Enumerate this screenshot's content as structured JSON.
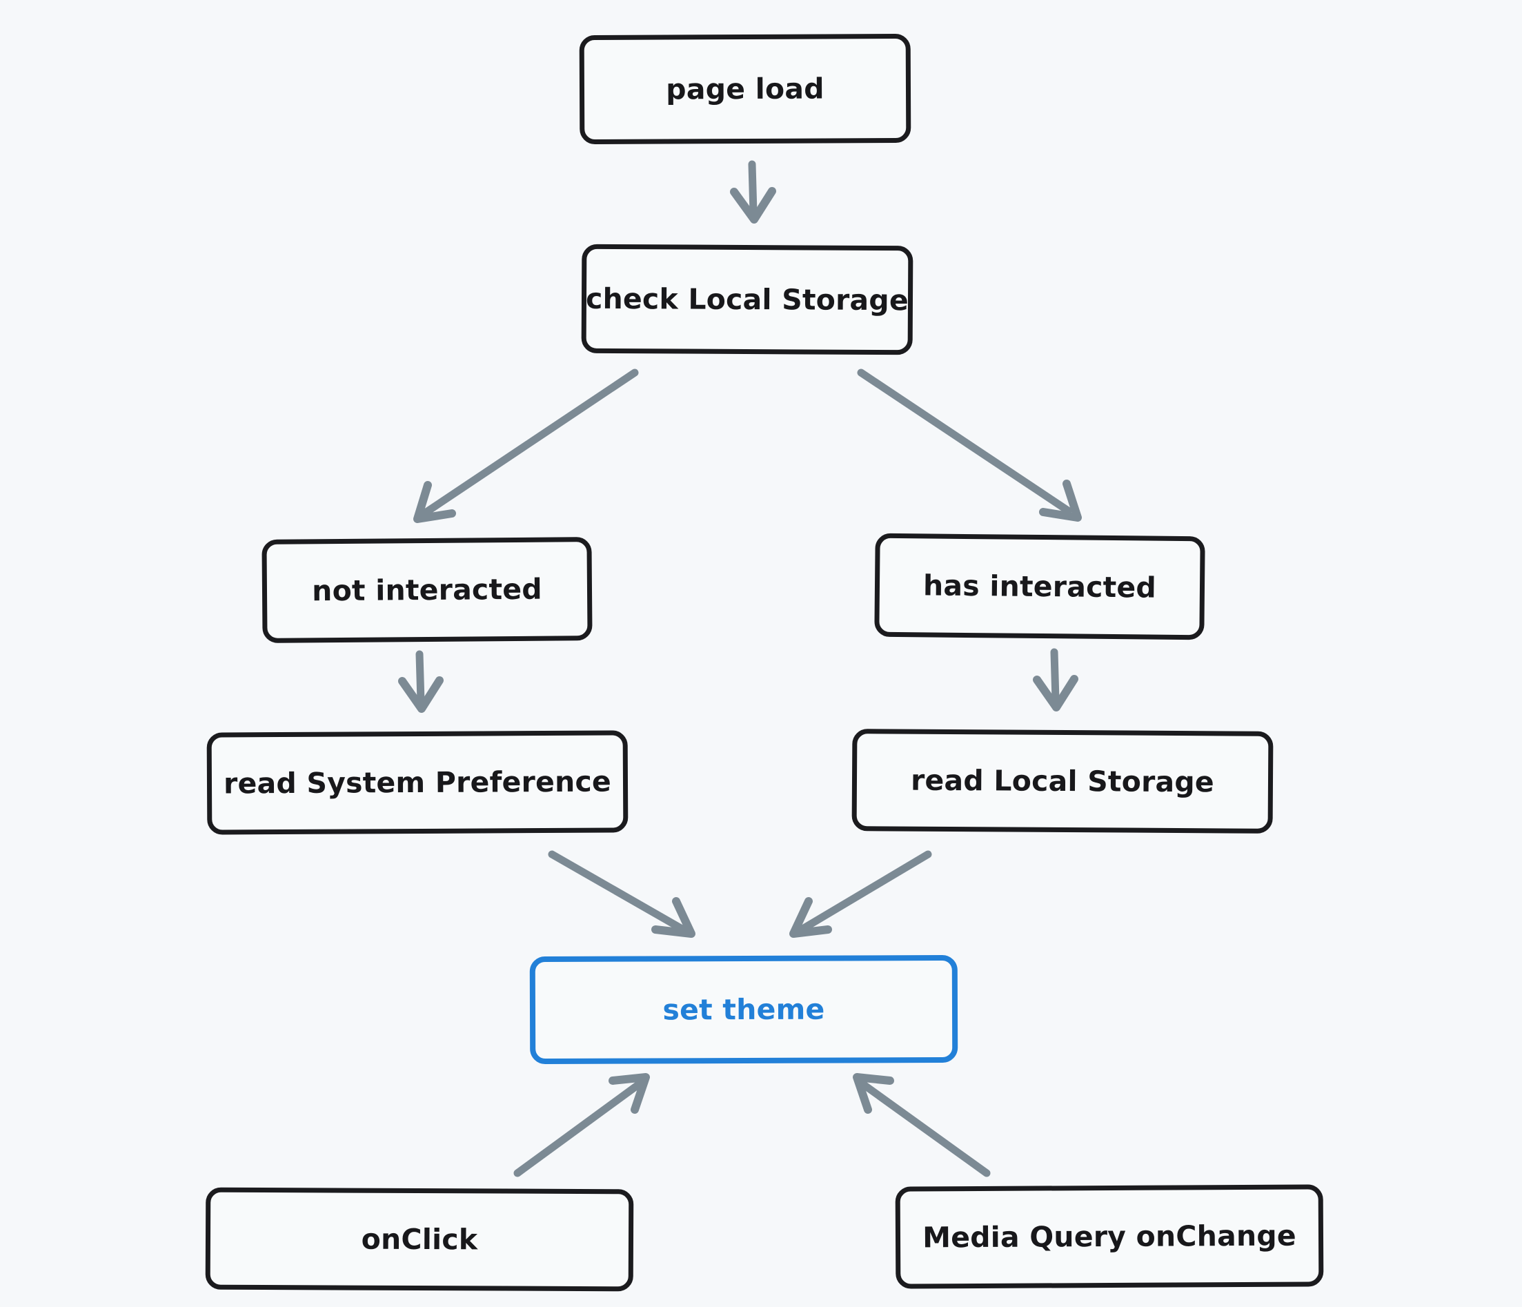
{
  "diagram": {
    "title": "theme resolution flow",
    "type": "flowchart",
    "background_color": "#f6f8fa",
    "node_border_color": "#1b1b1e",
    "node_fill_color": "#f8fafb",
    "accent_color": "#2280d8",
    "edge_color": "#7c8a94",
    "nodes": [
      {
        "id": "page-load",
        "label": "page load",
        "highlight": false
      },
      {
        "id": "check-storage",
        "label": "check Local Storage",
        "highlight": false
      },
      {
        "id": "not-interacted",
        "label": "not interacted",
        "highlight": false
      },
      {
        "id": "has-interacted",
        "label": "has interacted",
        "highlight": false
      },
      {
        "id": "read-system",
        "label": "read System Preference",
        "highlight": false
      },
      {
        "id": "read-local",
        "label": "read Local Storage",
        "highlight": false
      },
      {
        "id": "set-theme",
        "label": "set theme",
        "highlight": true
      },
      {
        "id": "onclick",
        "label": "onClick",
        "highlight": false
      },
      {
        "id": "media-query",
        "label": "Media Query onChange",
        "highlight": false
      }
    ],
    "edges": [
      {
        "from": "page-load",
        "to": "check-storage",
        "label": ""
      },
      {
        "from": "check-storage",
        "to": "not-interacted",
        "label": ""
      },
      {
        "from": "check-storage",
        "to": "has-interacted",
        "label": ""
      },
      {
        "from": "not-interacted",
        "to": "read-system",
        "label": ""
      },
      {
        "from": "has-interacted",
        "to": "read-local",
        "label": ""
      },
      {
        "from": "read-system",
        "to": "set-theme",
        "label": ""
      },
      {
        "from": "read-local",
        "to": "set-theme",
        "label": ""
      },
      {
        "from": "onclick",
        "to": "set-theme",
        "label": ""
      },
      {
        "from": "media-query",
        "to": "set-theme",
        "label": ""
      }
    ]
  }
}
